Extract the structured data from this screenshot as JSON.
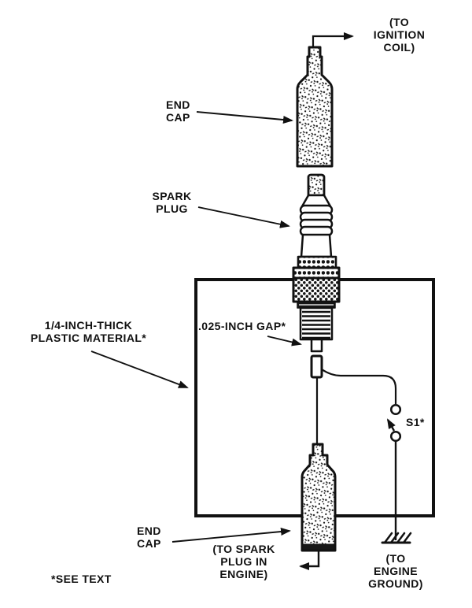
{
  "diagram": {
    "description": "Spark plug spark-gap tester schematic",
    "colors": {
      "ink": "#111111",
      "paper": "#ffffff"
    },
    "labels": {
      "to_ignition_coil": "(TO\nIGNITION\nCOIL)",
      "end_cap_top": "END\nCAP",
      "spark_plug": "SPARK\nPLUG",
      "gap": ".025-INCH GAP*",
      "plastic": "1/4-INCH-THICK\nPLASTIC MATERIAL*",
      "switch": "S1*",
      "end_cap_bottom": "END\nCAP",
      "to_spark_plug": "(TO SPARK\nPLUG IN\nENGINE)",
      "to_engine_ground": "(TO\nENGINE\nGROUND)",
      "see_text": "*SEE TEXT"
    }
  }
}
